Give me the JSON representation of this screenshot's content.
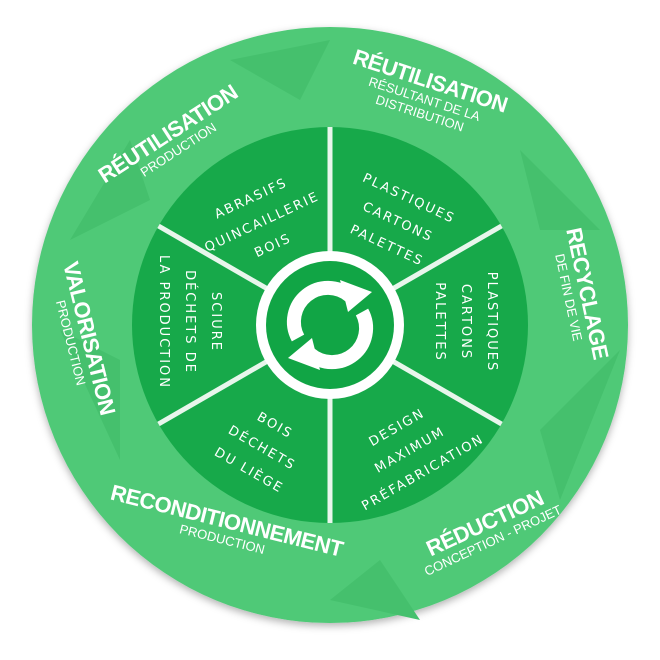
{
  "colors": {
    "outer": "#4fc977",
    "outer_dark": "#3fb868",
    "inner": "#17a94a",
    "inner_dark": "#0f9a3e",
    "white": "#ffffff"
  },
  "outer_labels": [
    {
      "title": "RÉUTILISATION",
      "lines": [
        "PRODUCTION"
      ]
    },
    {
      "title": "RÉUTILISATION",
      "lines": [
        "RÉSULTANT DE LA",
        "DISTRIBUTION"
      ]
    },
    {
      "title": "RECYCLAGE",
      "lines": [
        "DE FIN DE VIE"
      ]
    },
    {
      "title": "RÉDUCTION",
      "lines": [
        "CONCEPTION - PROJET"
      ]
    },
    {
      "title": "RECONDITIONNEMENT",
      "lines": [
        "PRODUCTION"
      ]
    },
    {
      "title": "VALORISATION",
      "lines": [
        "PRODUCTION"
      ]
    }
  ],
  "sectors": [
    {
      "lines": [
        "ABRASIFS",
        "QUINCAILLERIE",
        "BOIS"
      ]
    },
    {
      "lines": [
        "PLASTIQUES",
        "CARTONS",
        "PALETTES"
      ]
    },
    {
      "lines": [
        "PLASTIQUES",
        "CARTONS",
        "PALETTES"
      ]
    },
    {
      "lines": [
        "DESIGN",
        "MAXIMUM",
        "PRÉFABRICATION"
      ]
    },
    {
      "lines": [
        "BOIS",
        "DÉCHETS",
        "DU LIÈGE"
      ]
    },
    {
      "lines": [
        "SCIURE",
        "DÉCHETS DE",
        "LA PRODUCTION"
      ]
    }
  ],
  "center_icon": "recycle-arrows-icon"
}
